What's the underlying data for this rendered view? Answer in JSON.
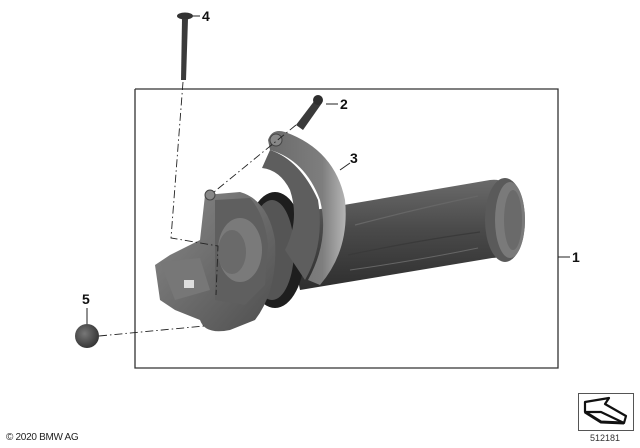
{
  "diagram": {
    "title": "Throttle grip assembly",
    "callouts": [
      {
        "number": "1",
        "part": "Throttle grip assembly"
      },
      {
        "number": "2",
        "part": "Screw"
      },
      {
        "number": "3",
        "part": "Cover"
      },
      {
        "number": "4",
        "part": "Screw"
      },
      {
        "number": "5",
        "part": "Cap"
      }
    ],
    "copyright": "© 2020 BMW AG",
    "diagram_id": "512181",
    "colors": {
      "frame": "#333333",
      "grip_dark": "#3f3f3f",
      "grip_mid": "#5a5a5a",
      "housing": "#6e6e6e",
      "cover_light": "#9a9a9a"
    }
  }
}
